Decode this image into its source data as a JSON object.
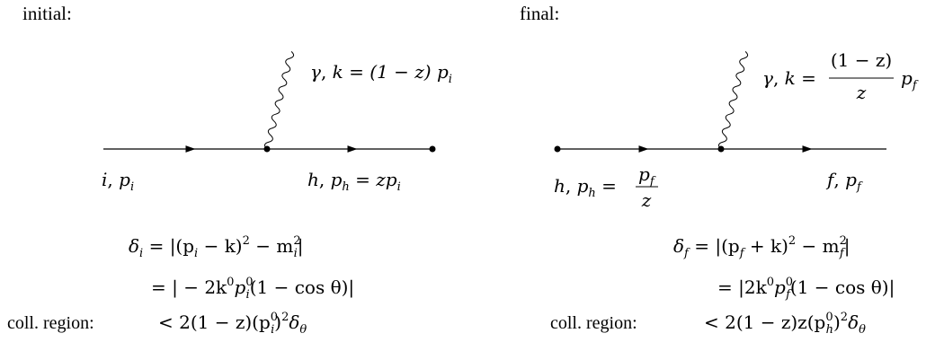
{
  "panels": {
    "initial": {
      "heading": "initial:",
      "photon": {
        "gamma": "γ",
        "k_eq": "k = (1 − z)",
        "p": "p",
        "sub": "i"
      },
      "in_label": {
        "name": "i",
        "p": "p",
        "sub": "i"
      },
      "out_label": {
        "name": "h",
        "p": "p",
        "sub": "h",
        "rhs": "= zp",
        "rhs_sub": "i"
      },
      "eq1": {
        "lhs": "δ",
        "lhs_sub": "i",
        "rhs_a": "= |(p",
        "rhs_a_sub": "i",
        "rhs_b": " − k)",
        "sq": "2",
        "rhs_c": " − m",
        "m_sup": "2",
        "m_sub": "i",
        "rhs_d": "|"
      },
      "eq2": {
        "a": "= | − 2k",
        "k_sup": "0",
        "b": "p",
        "p_sup": "0",
        "p_sub": "i",
        "c": "(1 − cos θ)|"
      },
      "coll": {
        "label": "coll. region:",
        "a": "< 2(1 − z)(p",
        "p_sup": "0",
        "p_sub": "i",
        "b": ")",
        "sq": "2",
        "c": "δ",
        "c_sub": "θ"
      }
    },
    "final": {
      "heading": "final:",
      "photon": {
        "gamma": "γ",
        "k_eq": "k =",
        "num": "(1 − z)",
        "den": "z",
        "p": "p",
        "sub": "f"
      },
      "in_label": {
        "name": "h",
        "p": "p",
        "sub": "h",
        "eq": "=",
        "num_p": "p",
        "num_sub": "f",
        "den": "z"
      },
      "out_label": {
        "name": "f",
        "p": "p",
        "sub": "f"
      },
      "eq1": {
        "lhs": "δ",
        "lhs_sub": "f",
        "rhs_a": "= |(p",
        "rhs_a_sub": "f",
        "rhs_b": " + k)",
        "sq": "2",
        "rhs_c": " − m",
        "m_sup": "2",
        "m_sub": "f",
        "rhs_d": "|"
      },
      "eq2": {
        "a": "= |2k",
        "k_sup": "0",
        "b": "p",
        "p_sup": "0",
        "p_sub": "f",
        "c": "(1 − cos θ)|"
      },
      "coll": {
        "label": "coll. region:",
        "a": "< 2(1 − z)z(p",
        "p_sup": "0",
        "p_sub": "h",
        "b": ")",
        "sq": "2",
        "c": "δ",
        "c_sub": "θ"
      }
    }
  },
  "colors": {
    "ink": "#000000",
    "background": "#ffffff"
  }
}
